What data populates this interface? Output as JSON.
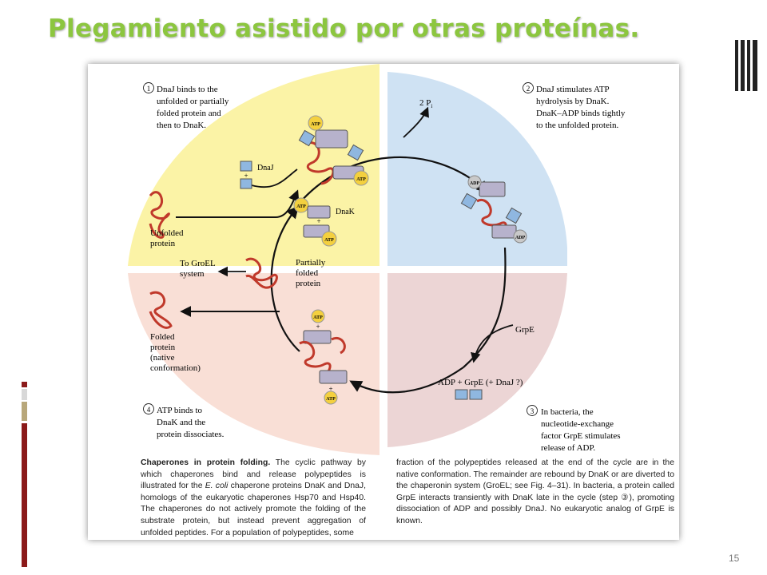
{
  "slide": {
    "title": "Plegamiento asistido por otras proteínas.",
    "page_number": "15",
    "accent_color": "#8cc63f"
  },
  "figure": {
    "quadrant_colors": {
      "top_left": "#fbf3a6",
      "top_right": "#cfe2f3",
      "bottom_right": "#ecd5d5",
      "bottom_left": "#f9dfd6"
    },
    "steps": [
      {
        "number": "1",
        "lines": [
          "DnaJ binds to the",
          "unfolded or partially",
          "folded protein and",
          "then to DnaK."
        ]
      },
      {
        "number": "2",
        "lines": [
          "DnaJ stimulates ATP",
          "hydrolysis by DnaK.",
          "DnaK–ADP binds tightly",
          "to the unfolded protein."
        ]
      },
      {
        "number": "3",
        "lines": [
          "In bacteria, the",
          "nucleotide-exchange",
          "factor GrpE stimulates",
          "release of ADP."
        ]
      },
      {
        "number": "4",
        "lines": [
          "ATP binds to",
          "DnaK and the",
          "protein dissociates."
        ]
      }
    ],
    "labels": {
      "dnaj": "DnaJ",
      "dnak": "DnaK",
      "two_pi": "2 P",
      "pi_sub": "i",
      "unfolded": [
        "Unfolded",
        "protein"
      ],
      "to_groel": [
        "To GroEL",
        "system"
      ],
      "partially": [
        "Partially",
        "folded",
        "protein"
      ],
      "folded": [
        "Folded",
        "protein",
        "(native",
        "conformation)"
      ],
      "grpe": "GrpE",
      "adp_grpe": "ADP + GrpE (+ DnaJ ?)",
      "atp": "ATP",
      "adp": "ADP",
      "plus": "+"
    },
    "caption": {
      "bold": "Chaperones in protein folding.",
      "col1_a": " The cyclic pathway by which chaperones bind and release polypeptides is illustrated for the ",
      "col1_italic": "E. coli",
      "col1_b": " chaperone proteins DnaK and DnaJ, homologs of the eukaryotic chaperones Hsp70 and Hsp40. The chaperones do not actively promote the folding of the substrate protein, but instead prevent aggregation of unfolded peptides. For a population of polypeptides, some",
      "col2": "fraction of the polypeptides released at the end of the cycle are in the native conformation. The remainder are rebound by DnaK or are diverted to the chaperonin system (GroEL; see Fig. 4–31). In bacteria, a protein called GrpE interacts transiently with DnaK late in the cycle (step ③), promoting dissociation of ADP and possibly DnaJ. No eukaryotic analog of GrpE is known."
    }
  }
}
